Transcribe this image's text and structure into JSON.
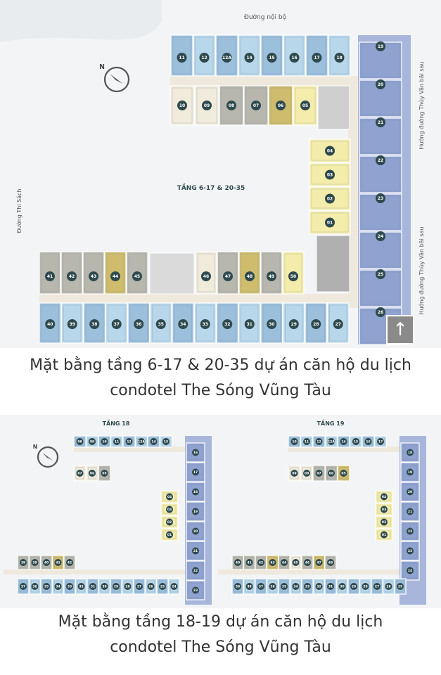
{
  "plan1": {
    "top_road": "Đường nội bộ",
    "left_road": "Đường Thi Sách",
    "right_road_top": "Hướng đường Thùy Vân bãi sau",
    "right_road_bottom": "Hướng đường Thùy Vân bãi sau",
    "floor_label": "TẦNG 6-17 & 20-35",
    "units": {
      "top_front": [
        "11",
        "12",
        "12A",
        "14",
        "15",
        "16",
        "17",
        "18"
      ],
      "top_back": [
        "10",
        "09",
        "08",
        "07",
        "06",
        "05"
      ],
      "middle": [
        "04",
        "03",
        "02",
        "01"
      ],
      "right": [
        "19",
        "20",
        "21",
        "22",
        "23",
        "24",
        "25",
        "26"
      ],
      "bottom_back": [
        "41",
        "42",
        "43",
        "44",
        "45",
        "46",
        "47",
        "48",
        "49",
        "50"
      ],
      "bottom_front": [
        "40",
        "39",
        "38",
        "37",
        "36",
        "35",
        "34",
        "33",
        "32",
        "31",
        "30",
        "29",
        "28",
        "27"
      ]
    }
  },
  "plan2": {
    "left": {
      "floor_label": "TẦNG 18",
      "units": {
        "top_front": [
          "08",
          "09",
          "10",
          "11",
          "12",
          "12A",
          "14",
          "15"
        ],
        "top_back": [
          "07",
          "06",
          "05"
        ],
        "right": [
          "16",
          "17",
          "18",
          "19",
          "20",
          "21",
          "22",
          "23"
        ],
        "middle": [
          "04",
          "03",
          "02",
          "01"
        ],
        "bottom_back": [
          "38",
          "39",
          "40",
          "41",
          "42"
        ],
        "bottom_front": [
          "37",
          "36",
          "35",
          "34",
          "33",
          "32",
          "31",
          "30",
          "29",
          "28",
          "27",
          "26",
          "25",
          "24"
        ]
      }
    },
    "right": {
      "floor_label": "TẦNG 19",
      "units": {
        "top_front": [
          "10",
          "11",
          "12",
          "12A",
          "14",
          "15",
          "16",
          "17"
        ],
        "top_back": [
          "09",
          "08",
          "07",
          "06",
          "05"
        ],
        "right": [
          "18",
          "19",
          "20",
          "21",
          "22",
          "23",
          "24"
        ],
        "middle": [
          "04",
          "03",
          "02",
          "01"
        ],
        "bottom_back": [
          "40",
          "41",
          "42",
          "43",
          "44",
          "45",
          "46",
          "47",
          "48"
        ],
        "bottom_front": [
          "39",
          "38",
          "37",
          "36",
          "35",
          "34",
          "33",
          "32",
          "31",
          "30",
          "29",
          "28",
          "27",
          "26",
          "25"
        ]
      }
    }
  },
  "captions": {
    "first_line1": "Mặt bằng tầng 6-17 & 20-35 dự án căn hộ du lịch",
    "first_line2": "condotel The Sóng Vũng Tàu",
    "second_line1": "Mặt bằng tầng 18-19 dự án căn hộ du lịch",
    "second_line2": "condotel The Sóng Vũng Tàu"
  },
  "compass_label": "N",
  "scroll_top_icon": "arrow-up-icon",
  "colors": {
    "unit_blue": "#b9d7ea",
    "unit_blue_dark": "#9cbfdc",
    "unit_yellow": "#f4ecaa",
    "unit_gold": "#cfbd6d",
    "unit_gray": "#b8b7ae",
    "unit_cream": "#f0ebdb",
    "right_tower": "#8fa2d0",
    "label_bg": "#2f4a4e",
    "corridor": "#efe9dd"
  }
}
